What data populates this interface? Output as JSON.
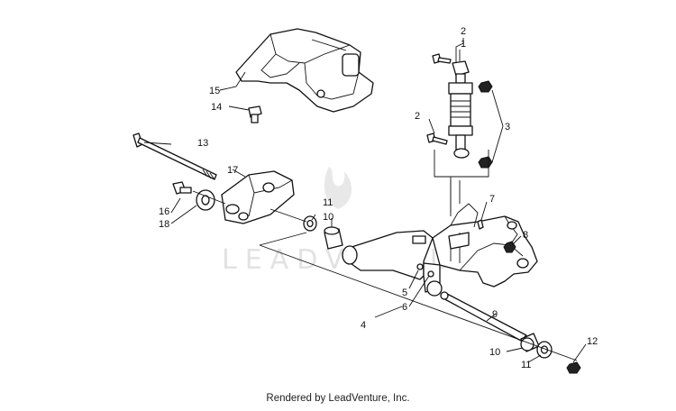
{
  "watermark": {
    "text": "LEADVENTURE"
  },
  "callouts": {
    "c1": "1",
    "c2a": "2",
    "c2b": "2",
    "c3": "3",
    "c4": "4",
    "c5": "5",
    "c6": "6",
    "c7": "7",
    "c8": "8",
    "c9": "9",
    "c10a": "10",
    "c10b": "10",
    "c11a": "11",
    "c11b": "11",
    "c12": "12",
    "c13": "13",
    "c14": "14",
    "c15": "15",
    "c16": "16",
    "c17": "17",
    "c18": "18"
  },
  "footer": {
    "text": "Rendered by LeadVenture, Inc."
  }
}
